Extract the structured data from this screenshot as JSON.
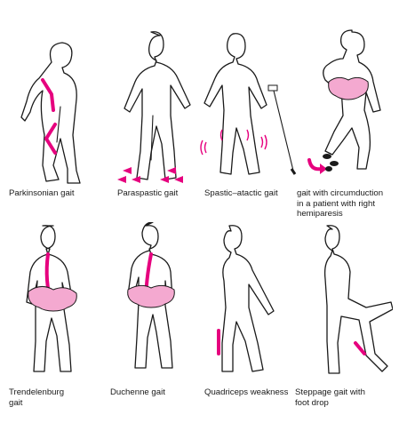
{
  "colors": {
    "accent": "#e6007e",
    "pelvis_fill": "#f4a9d0",
    "outline": "#1a1a1a"
  },
  "panels": [
    {
      "caption": "Parkinsonian gait"
    },
    {
      "caption": "Paraspastic gait"
    },
    {
      "caption": "Spastic–atactic gait"
    },
    {
      "caption": "gait with circumduction\nin a patient with right\nhemiparesis"
    },
    {
      "caption": "Trendelenburg\ngait"
    },
    {
      "caption": "Duchenne gait"
    },
    {
      "caption": "Quadriceps weakness"
    },
    {
      "caption": "Steppage gait with\nfoot drop"
    }
  ]
}
